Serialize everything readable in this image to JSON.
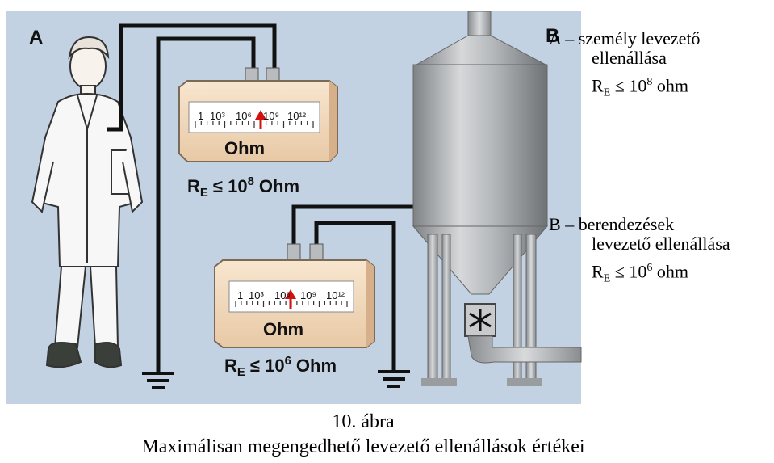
{
  "panel_labels": {
    "a": "A",
    "b": "B"
  },
  "meter_top": {
    "scale": [
      "1",
      "10³",
      "10⁶",
      "10⁹",
      "10¹²"
    ],
    "unit": "Ohm",
    "formula_re": "R",
    "formula_sub": "E",
    "formula_le": "≤ 10",
    "formula_exp": "8",
    "formula_unit": "Ohm"
  },
  "meter_bottom": {
    "scale": [
      "1",
      "10³",
      "10⁶",
      "10⁹",
      "10¹²"
    ],
    "unit": "Ohm",
    "formula_re": "R",
    "formula_sub": "E",
    "formula_le": "≤ 10",
    "formula_exp": "6",
    "formula_unit": "Ohm"
  },
  "legend": {
    "a": {
      "letter": "A",
      "line1": "személy levezető",
      "line2": "ellenállása",
      "re": "R",
      "re_sub": "E",
      "rel": "≤ 10",
      "exp": "8",
      "unit": "ohm"
    },
    "b": {
      "letter": "B",
      "line1": "berendezések",
      "line2": "levezető ellenállása",
      "re": "R",
      "re_sub": "E",
      "rel": "≤ 10",
      "exp": "6",
      "unit": "ohm"
    }
  },
  "caption": {
    "number": "10. ábra",
    "title": "Maximálisan megengedhető levezető ellenállások értékei"
  },
  "colors": {
    "panel_bg": "#c3d2e3",
    "meter_body": "#f3dcc0",
    "wire": "#111111",
    "tank": "#a9acaf"
  }
}
